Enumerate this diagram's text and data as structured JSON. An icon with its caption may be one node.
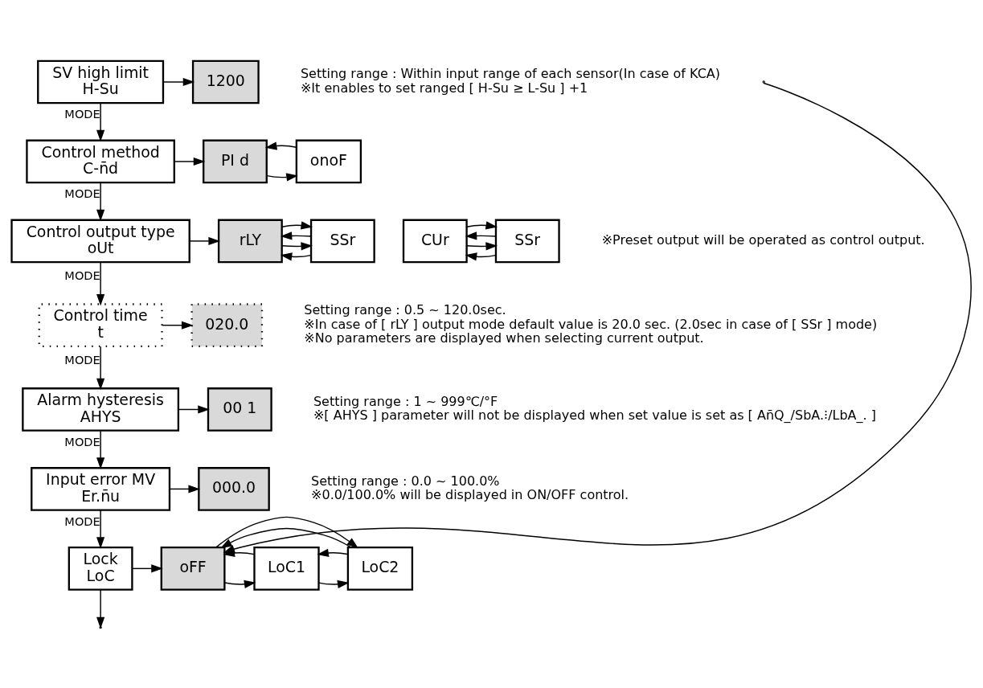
{
  "diagram": {
    "nodes": [
      {
        "text": [
          "SV high limit",
          "H-Su"
        ]
      },
      {
        "text": [
          "1200"
        ],
        "beside": [
          "Setting range : Within input range of each sensor(In case of KCA)",
          "※It enables to set ranged [ H-Su ≥ L-Su ] +1"
        ]
      },
      {
        "text": [
          "Control method",
          "C-n̄d"
        ]
      },
      {
        "text": [
          "PI d"
        ]
      },
      {
        "text": [
          "onoF"
        ]
      },
      {
        "text": [
          "Control output type",
          "oUt"
        ]
      },
      {
        "text": [
          "rLY"
        ]
      },
      {
        "text": [
          "SSr"
        ]
      },
      {
        "text": [
          "CUr"
        ]
      },
      {
        "text": [
          "SSr"
        ],
        "beside": [
          "※Preset output will be operated as control output."
        ]
      },
      {
        "text": [
          "Control time",
          "t"
        ]
      },
      {
        "text": [
          "020.0"
        ],
        "beside": [
          "Setting range : 0.5 ~ 120.0sec.",
          "※In case of [ rLY ] output mode default value is 20.0 sec. (2.0sec in case of [ SSr ] mode)",
          "※No parameters are displayed when selecting current output."
        ]
      },
      {
        "text": [
          "Alarm hysteresis",
          "AHYS"
        ]
      },
      {
        "text": [
          "00 1"
        ],
        "beside": [
          "Setting range : 1 ~ 999℃/°F",
          "※[ AHYS ] parameter will not be displayed when set value is set as [ An̄Q_/SbA.⁝/LbA_. ]"
        ]
      },
      {
        "text": [
          "Input error MV",
          "Er.n̄u"
        ]
      },
      {
        "text": [
          "000.0"
        ],
        "beside": [
          "Setting range : 0.0 ~ 100.0%",
          "※0.0/100.0% will be displayed in ON/OFF control."
        ]
      },
      {
        "text": [
          "Lock",
          "LoC"
        ]
      },
      {
        "text": [
          "oFF"
        ]
      },
      {
        "text": [
          "LoC1"
        ]
      },
      {
        "text": [
          "LoC2"
        ]
      }
    ],
    "edges": [
      {
        "from": 0,
        "to": 1,
        "arrow": "to"
      },
      {
        "from": 0,
        "to": 2,
        "arrow": "to",
        "label": "MODE"
      },
      {
        "from": 2,
        "to": 3,
        "arrow": "to"
      },
      {
        "from": 3,
        "to": 4,
        "arrow": "to"
      },
      {
        "from": 4,
        "to": 3,
        "arrow": "to"
      },
      {
        "from": 2,
        "to": 5,
        "arrow": "to",
        "label": "MODE"
      },
      {
        "from": 5,
        "to": 6,
        "arrow": "to"
      },
      {
        "from": 7,
        "to": 6,
        "arrow": "to"
      },
      {
        "from": 6,
        "to": 7,
        "arrow": "to"
      },
      {
        "from": 7,
        "to": 6,
        "arrow": "to"
      },
      {
        "from": 6,
        "to": 7,
        "arrow": "to"
      },
      {
        "from": 9,
        "to": 8,
        "arrow": "to"
      },
      {
        "from": 8,
        "to": 9,
        "arrow": "to"
      },
      {
        "from": 9,
        "to": 8,
        "arrow": "to"
      },
      {
        "from": 8,
        "to": 9,
        "arrow": "to"
      },
      {
        "from": 5,
        "to": 10,
        "arrow": "to",
        "label": "MODE"
      },
      {
        "from": 10,
        "to": 11,
        "arrow": "to"
      },
      {
        "from": 10,
        "to": 12,
        "arrow": "to",
        "label": "MODE"
      },
      {
        "from": 12,
        "to": 13,
        "arrow": "to"
      },
      {
        "from": 12,
        "to": 14,
        "arrow": "to",
        "label": "MODE"
      },
      {
        "from": 14,
        "to": 15,
        "arrow": "to"
      },
      {
        "from": 14,
        "to": 16,
        "arrow": "to",
        "label": "MODE"
      },
      {
        "from": 16,
        "to": 17,
        "arrow": "to"
      },
      {
        "from": 19,
        "to": 17,
        "arrow": "to"
      },
      {
        "from": 17,
        "to": 18,
        "arrow": "to"
      },
      {
        "from": 18,
        "to": 17,
        "arrow": "to"
      },
      {
        "from": 18,
        "to": 19,
        "arrow": "to"
      },
      {
        "from": 19,
        "to": 18,
        "arrow": "to"
      },
      {
        "from": 17,
        "to": 19,
        "arrow": "to"
      },
      {
        "from": 16,
        "to": null,
        "arrow": "to"
      },
      {
        "from": null,
        "to": 17,
        "arrow": "to"
      }
    ]
  }
}
